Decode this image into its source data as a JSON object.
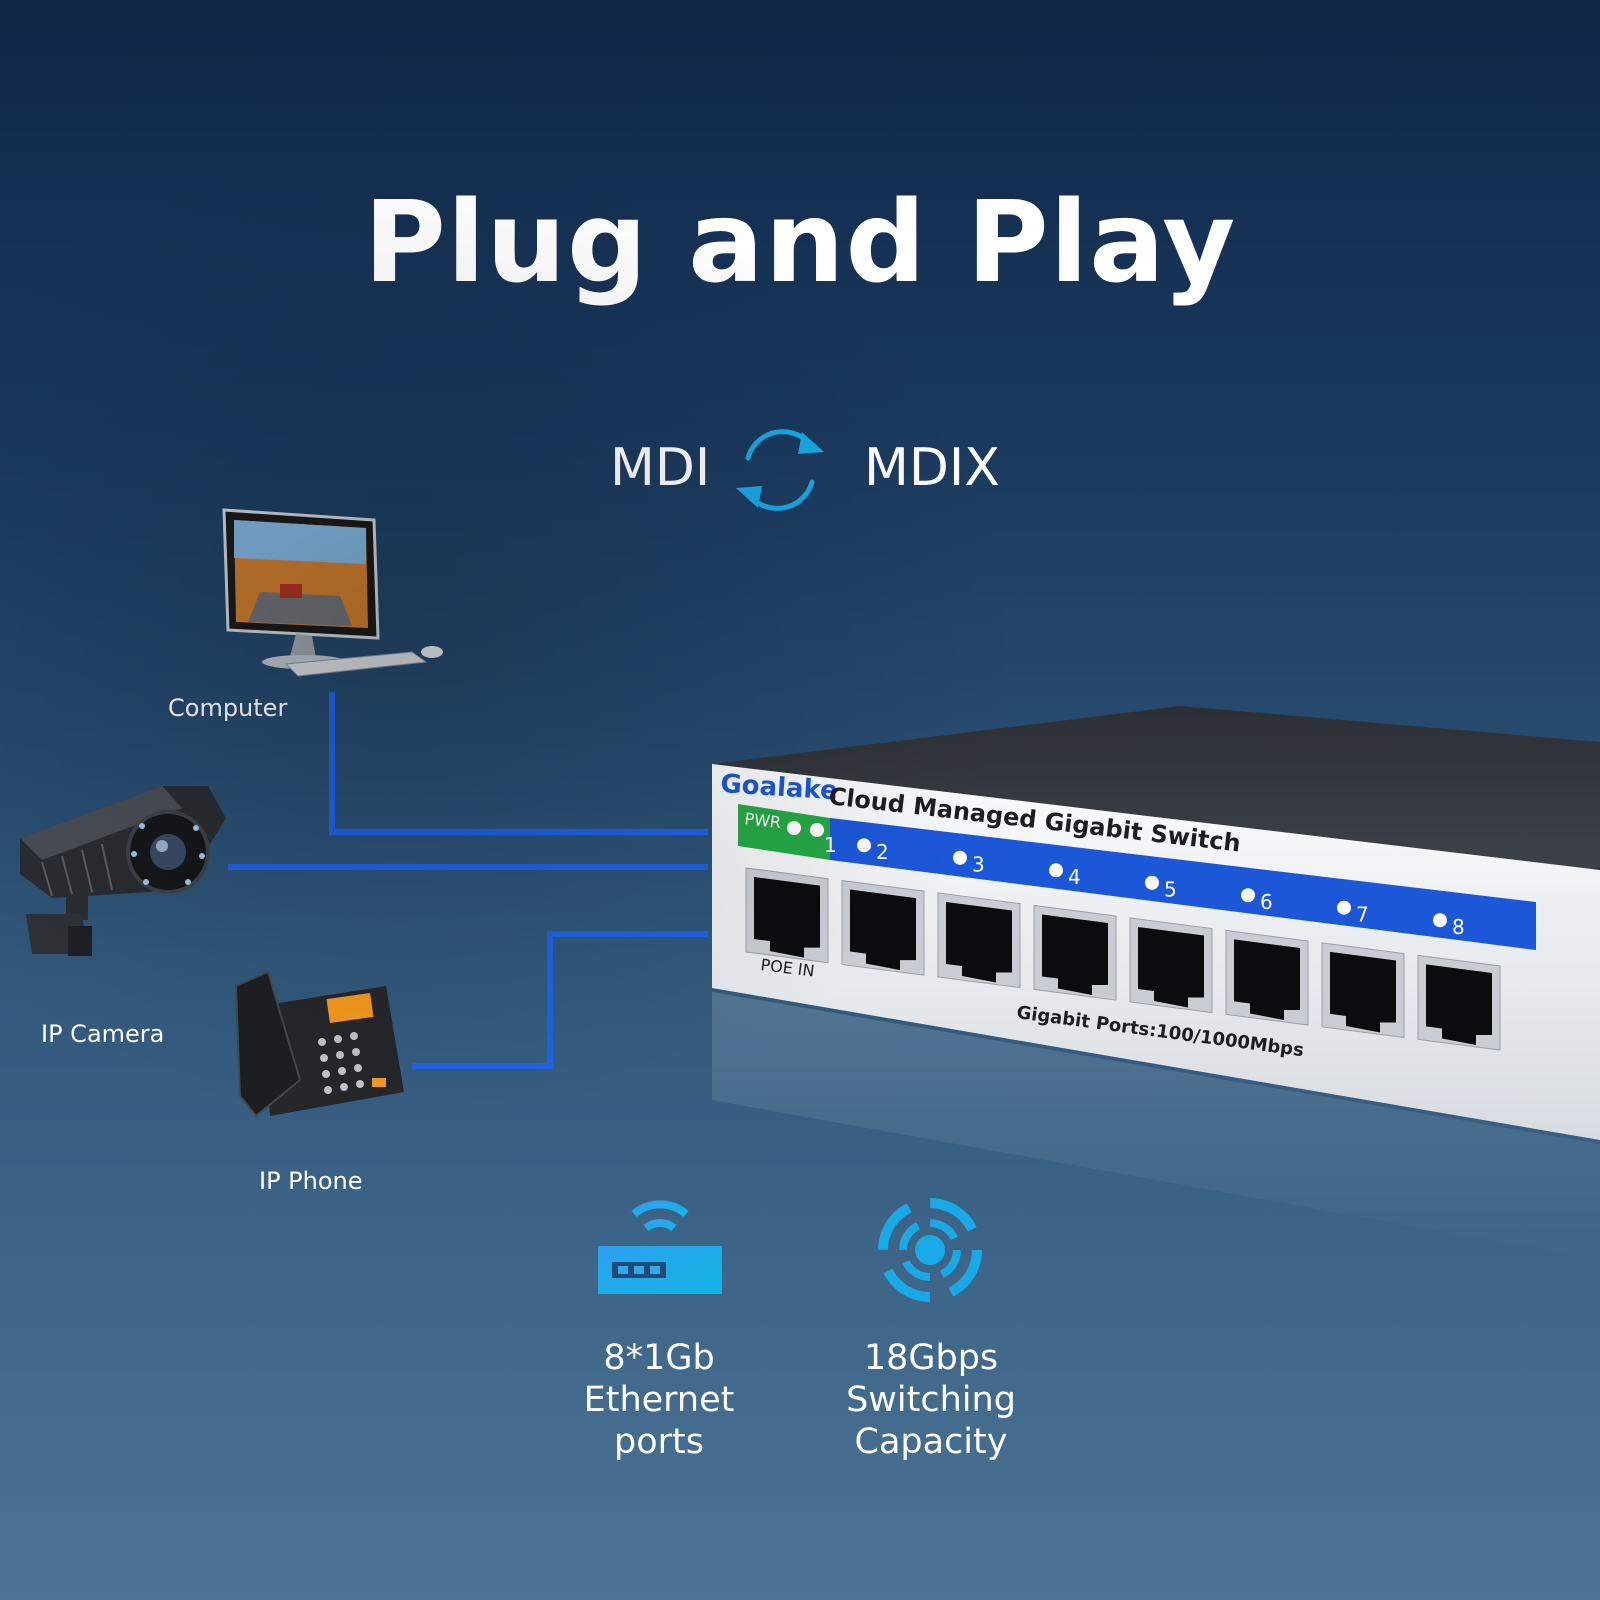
{
  "headline": "Plug and Play",
  "mdi": {
    "left": "MDI",
    "right": "MDIX",
    "icon": "swap-arrows-icon"
  },
  "devices": [
    {
      "label": "Computer",
      "icon": "computer-icon"
    },
    {
      "label": "IP Camera",
      "icon": "ip-camera-icon"
    },
    {
      "label": "IP Phone",
      "icon": "ip-phone-icon"
    }
  ],
  "switch": {
    "brand": "Goalake",
    "model": "Cloud Managed Gigabit Switch",
    "pwr": "PWR",
    "ports": [
      "1",
      "2",
      "3",
      "4",
      "5",
      "6",
      "7",
      "8"
    ],
    "poe_in": "POE IN",
    "ports_caption": "Gigabit Ports:100/1000Mbps"
  },
  "features": [
    {
      "icon": "router-icon",
      "lines": [
        "8*1Gb",
        "Ethernet",
        "ports"
      ]
    },
    {
      "icon": "signal-icon",
      "lines": [
        "18Gbps",
        "Switching",
        "Capacity"
      ]
    }
  ],
  "colors": {
    "link_blue": "#1e63e6",
    "accent_cyan": "#19a9e6",
    "led_green": "#25a846",
    "panel_blue": "#1c57d8"
  }
}
